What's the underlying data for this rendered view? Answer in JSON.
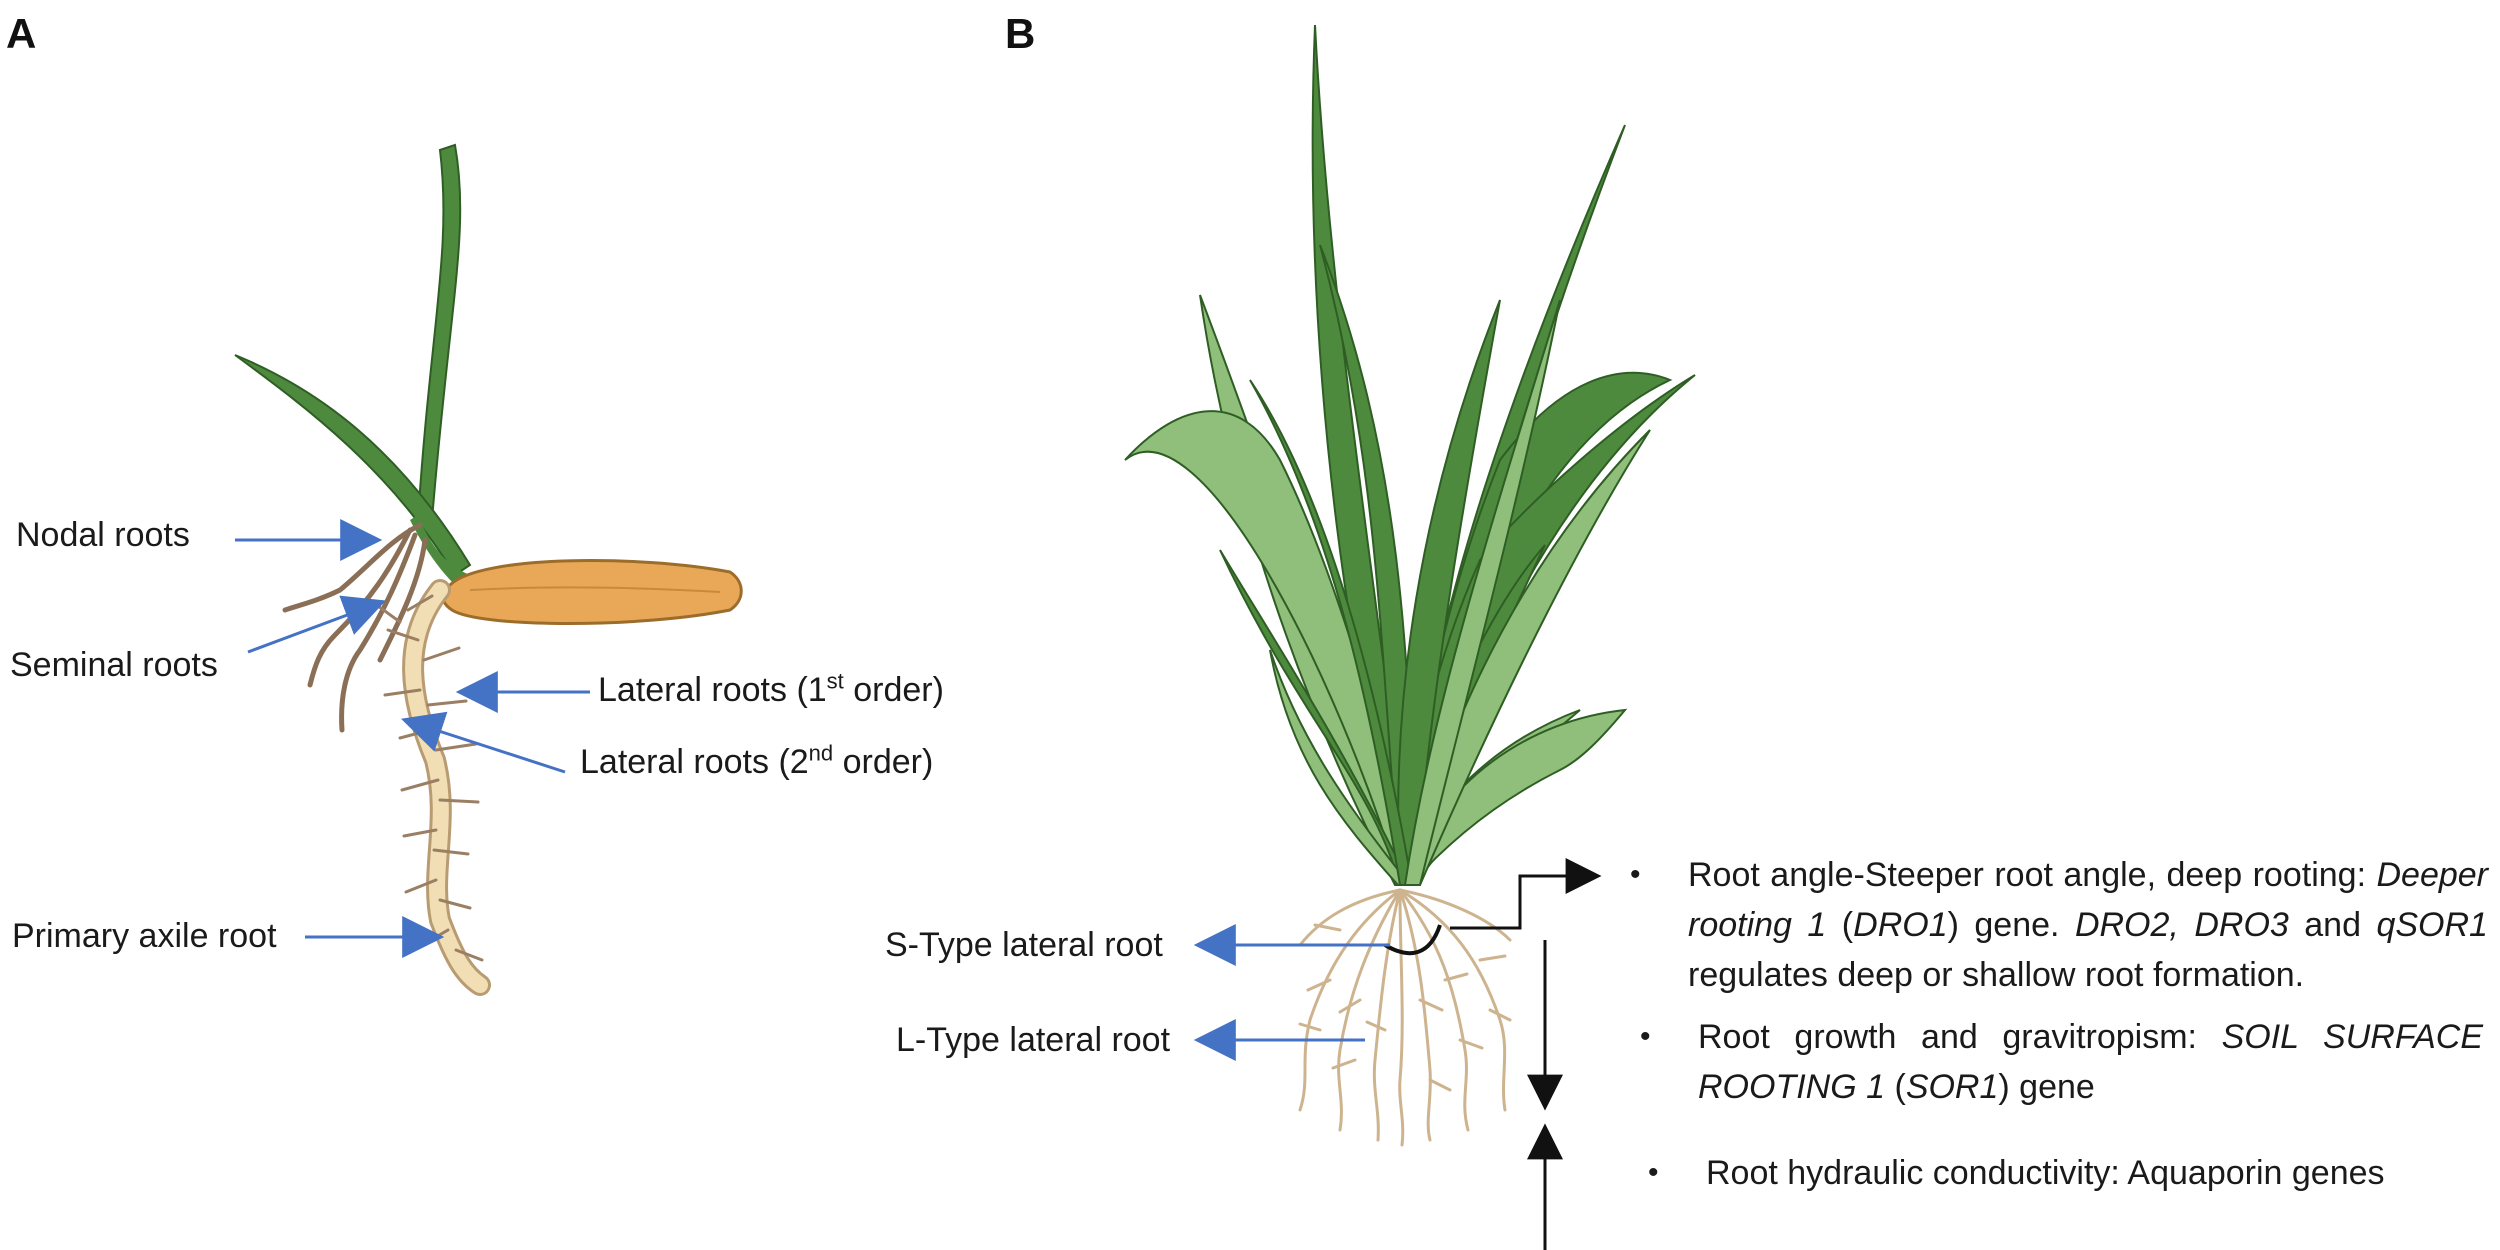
{
  "panels": {
    "a": "A",
    "b": "B"
  },
  "panel_a": {
    "nodal": "Nodal roots",
    "seminal": "Seminal roots",
    "lateral1": {
      "text": "Lateral roots (1",
      "sup": "st",
      "tail": " order)"
    },
    "lateral2": {
      "text": "Lateral roots (2",
      "sup": "nd",
      "tail": " order)"
    },
    "primary": "Primary axile root"
  },
  "panel_b": {
    "s_type": "S-Type lateral root",
    "l_type": "L-Type lateral root",
    "bullets": [
      {
        "p1": "Root angle-Steeper root angle, deep rooting: ",
        "i1": "Deeper rooting 1",
        "p2": " (",
        "i2": "DRO1",
        "p3": ") gene. ",
        "i3": "DRO2, DRO3",
        "p4": " and ",
        "i4": "qSOR1",
        "p5": " regulates deep or shallow root formation."
      },
      {
        "p1": "Root growth and gravitropism: ",
        "i1": "SOIL SURFACE ROOTING 1",
        "p2": " (",
        "i2": "SOR1",
        "p3": ") gene"
      },
      {
        "p1": "Root hydraulic conductivity: Aquaporin genes"
      }
    ]
  },
  "colors": {
    "arrow": "#4472c4",
    "leaf_dark": "#4e8a3e",
    "leaf_light": "#8fbf7a",
    "seed": "#e8a857",
    "root": "#f1deb4",
    "root_stroke": "#b99b72"
  }
}
